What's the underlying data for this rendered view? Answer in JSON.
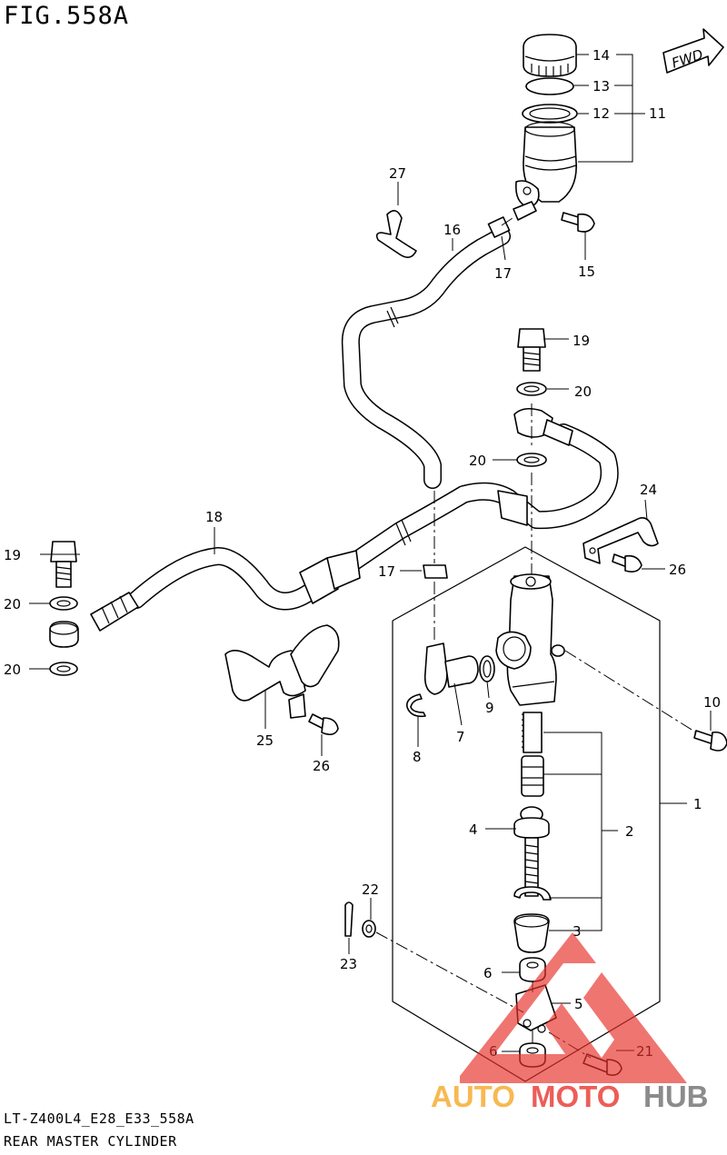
{
  "figure": {
    "title": "FIG.558A",
    "code": "LT-Z400L4_E28_E33_558A",
    "name": "REAR MASTER CYLINDER",
    "direction_badge": "FWD"
  },
  "watermark": {
    "part1": "AUTO",
    "part2": "MOTO",
    "part3": "HUB",
    "color_orange": "#f5a623",
    "color_red": "#e8302a",
    "color_gray": "#6b6b6b"
  },
  "callouts": {
    "c1": "1",
    "c2": "2",
    "c3": "3",
    "c4": "4",
    "c5": "5",
    "c6a": "6",
    "c6b": "6",
    "c7": "7",
    "c8": "8",
    "c9": "9",
    "c10": "10",
    "c11": "11",
    "c12": "12",
    "c13": "13",
    "c14": "14",
    "c15": "15",
    "c16": "16",
    "c17a": "17",
    "c17b": "17",
    "c18": "18",
    "c19a": "19",
    "c19b": "19",
    "c20a": "20",
    "c20b": "20",
    "c20c": "20",
    "c20d": "20",
    "c21": "21",
    "c22": "22",
    "c23": "23",
    "c24": "24",
    "c25": "25",
    "c26a": "26",
    "c26b": "26",
    "c27": "27"
  }
}
